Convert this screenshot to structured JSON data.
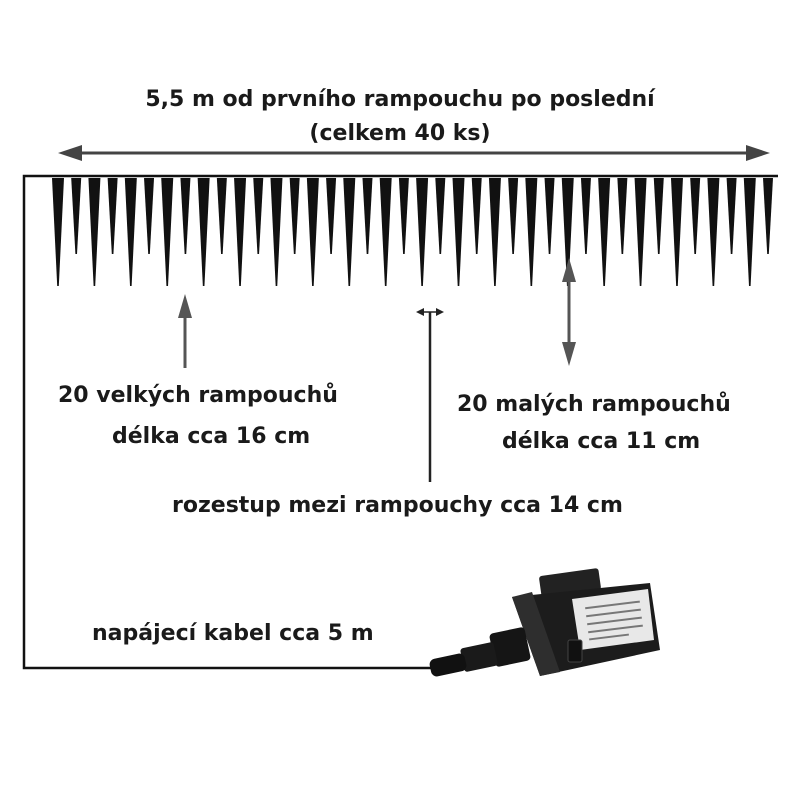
{
  "title": {
    "line1": "5,5 m od prvního rampouchu po poslední",
    "line2": "(celkem 40 ks)"
  },
  "large_icicles": {
    "line1": "20 velkých rampouchů",
    "line2": "délka cca 16 cm",
    "count": 20
  },
  "small_icicles": {
    "line1": "20 malých rampouchů",
    "line2": "délka cca 11 cm",
    "count": 20
  },
  "spacing": {
    "label": "rozestup mezi rampouchy cca 14 cm"
  },
  "cable": {
    "label": "napájecí kabel cca 5 m"
  },
  "colors": {
    "icicle": "#111111",
    "frame": "#111111",
    "arrow": "#444444",
    "adapter": "#1c1c1c",
    "text": "#1a1a1a"
  }
}
